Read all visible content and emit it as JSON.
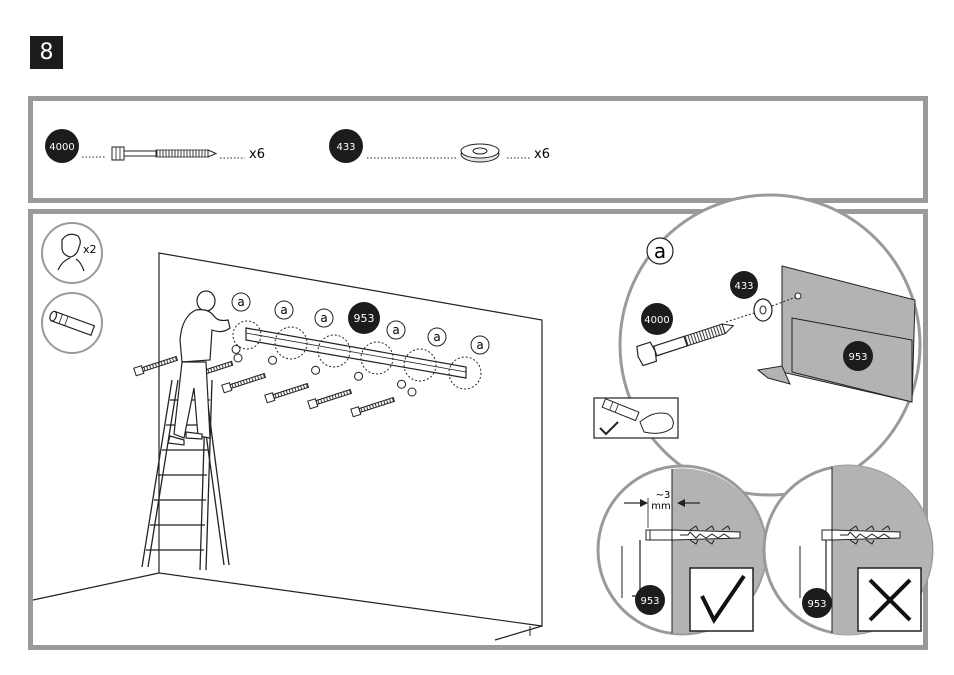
{
  "step": {
    "number": "8"
  },
  "parts": [
    {
      "id": "4000",
      "name": "lag-bolt",
      "qty": "x6"
    },
    {
      "id": "433",
      "name": "washer",
      "qty": "x6"
    }
  ],
  "people": {
    "count": "x2"
  },
  "scene": {
    "detail_marker": "a",
    "rail_label": "953"
  },
  "detail": {
    "marker": "a",
    "bolt_label": "4000",
    "washer_label": "433",
    "rail_label": "953"
  },
  "check_correct": {
    "gap_value": "~3",
    "gap_unit": "mm",
    "rail_label": "953"
  },
  "check_wrong": {
    "rail_label": "953"
  },
  "colors": {
    "badge": "#1c1c1c",
    "frame": "#9a9a9a",
    "wall_grey": "#b3b3b3"
  }
}
